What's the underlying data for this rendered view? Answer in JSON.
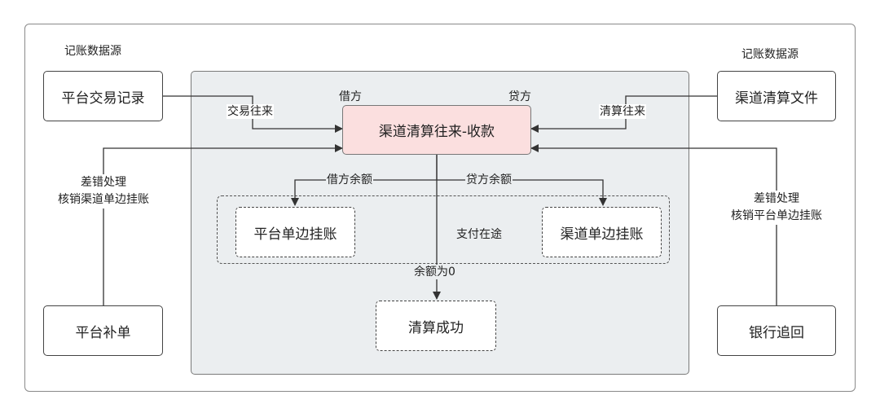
{
  "diagram": {
    "sources": {
      "left_title": "记账数据源",
      "right_title": "记账数据源",
      "platform_records": "平台交易记录",
      "channel_files": "渠道清算文件"
    },
    "central": {
      "label": "渠道清算往来-收款",
      "debit_side": "借方",
      "credit_side": "贷方"
    },
    "flows": {
      "trade_left": "交易往来",
      "trade_right": "清算往来",
      "debit_balance": "借方余额",
      "credit_balance": "贷方余额",
      "in_transit": "支付在途",
      "zero_balance": "余额为0"
    },
    "pending": {
      "platform_suspense": "平台单边挂账",
      "channel_suspense": "渠道单边挂账"
    },
    "outcome": {
      "success": "清算成功"
    },
    "corrections": {
      "left_line1": "差错处理",
      "left_line2": "核销渠道单边挂账",
      "right_line1": "差错处理",
      "right_line2": "核销平台单边挂账",
      "platform_makeup": "平台补单",
      "bank_recovery": "银行追回"
    }
  }
}
